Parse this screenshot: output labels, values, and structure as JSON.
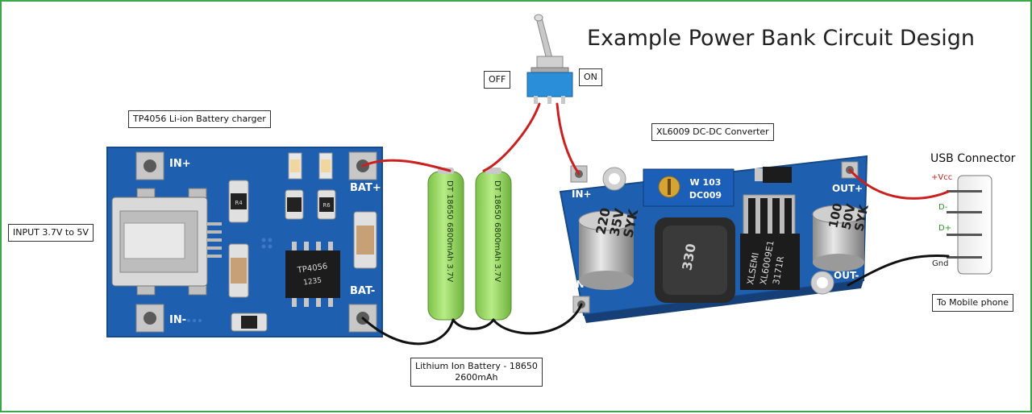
{
  "title": "Example Power Bank Circuit Design",
  "labels": {
    "input": "INPUT 3.7V to 5V",
    "charger": "TP4056 Li-ion Battery charger",
    "battery_line1": "Lithium Ion Battery - 18650",
    "battery_line2": "2600mAh",
    "switch_off": "OFF",
    "switch_on": "ON",
    "converter": "XL6009 DC-DC Converter",
    "usb_connector": "USB Connector",
    "mobile": "To Mobile phone"
  },
  "usb_pins": [
    "+Vcc",
    "D-",
    "D+",
    "Gnd"
  ],
  "charger_pads": {
    "in_plus": "IN+",
    "in_minus": "IN-",
    "bat_plus": "BAT+",
    "bat_minus": "BAT-",
    "chip": "TP4056",
    "chip_code": "1235",
    "resistor1": "R4",
    "resistor2": "R6"
  },
  "converter_pads": {
    "in_plus": "IN+",
    "in_minus": "IN-",
    "out_plus": "OUT+",
    "out_minus": "OUT-",
    "cap_left_line1": "220",
    "cap_left_line2": "35V",
    "cap_left_line3": "SYK",
    "cap_right_line1": "100",
    "cap_right_line2": "50V",
    "cap_right_line3": "SYK",
    "inductor": "330",
    "pot_line1": "W 103",
    "pot_line2": "DC009",
    "chip_line1": "XLSEMI",
    "chip_line2": "XL6009E1",
    "chip_line3": "3171R"
  },
  "battery_print": {
    "cell1": "DT 18650 6800mAh 3.7V",
    "cell2": "DT 18650 6800mAh 3.7V"
  },
  "colors": {
    "border": "#3aa84a",
    "pcb": "#1f5fb0",
    "wire_red": "#cc2020",
    "wire_black": "#111111",
    "battery": "#9fd86a",
    "pin_plus": "#cc2020",
    "pin_data": "#2a9a2a",
    "pin_gnd": "#222222"
  }
}
